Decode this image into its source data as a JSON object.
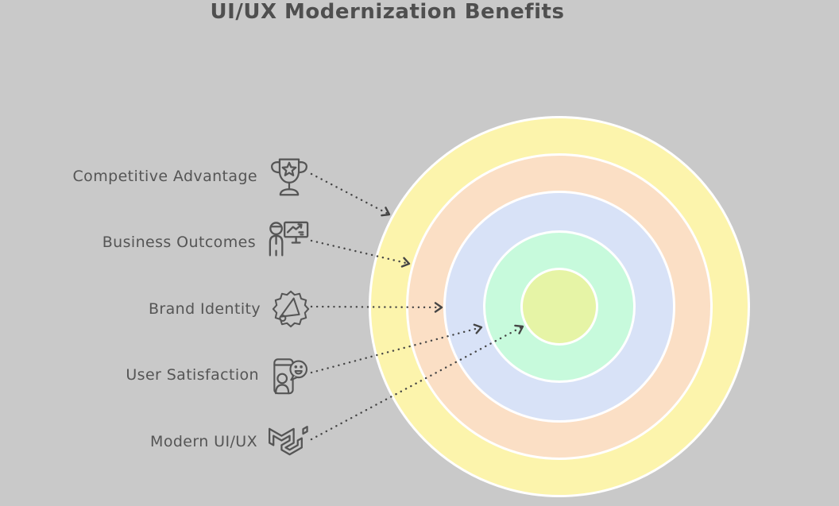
{
  "title": "UI/UX Modernization Benefits",
  "labels": [
    {
      "text": "Competitive Advantage",
      "icon": "trophy-icon",
      "target_ring": "competitive-advantage"
    },
    {
      "text": "Business Outcomes",
      "icon": "presenter-chart-icon",
      "target_ring": "business-outcomes"
    },
    {
      "text": "Brand Identity",
      "icon": "megaphone-badge-icon",
      "target_ring": "brand-identity"
    },
    {
      "text": "User Satisfaction",
      "icon": "phone-feedback-icon",
      "target_ring": "user-satisfaction"
    },
    {
      "text": "Modern UI/UX",
      "icon": "mui-cube-icon",
      "target_ring": "modern-ui-ux"
    }
  ],
  "rings": [
    {
      "name": "competitive-advantage",
      "color": "#FCF4AC"
    },
    {
      "name": "business-outcomes",
      "color": "#FBDFC5"
    },
    {
      "name": "brand-identity",
      "color": "#D8E2F7"
    },
    {
      "name": "user-satisfaction",
      "color": "#C7FADC"
    },
    {
      "name": "modern-ui-ux",
      "color": "#E6F4A6"
    }
  ],
  "colors": {
    "background": "#C9C9C9",
    "ink": "#555555",
    "title": "#4F4F4F",
    "ring_border": "#FFFFFF",
    "arrow": "#454545"
  }
}
